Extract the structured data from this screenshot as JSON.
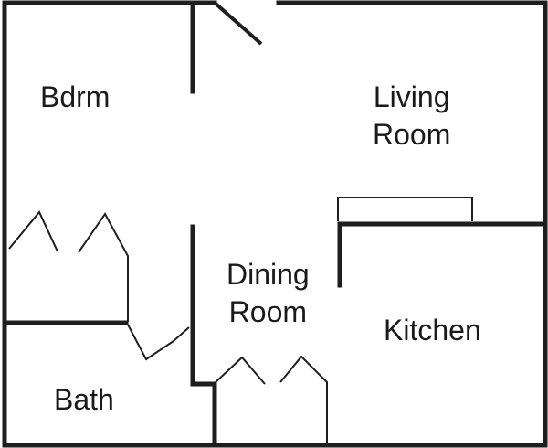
{
  "floor_plan": {
    "rooms": {
      "bedroom": "Bdrm",
      "living_room": [
        "Living",
        "Room"
      ],
      "dining_room": [
        "Dining",
        "Room"
      ],
      "kitchen": "Kitchen",
      "bath": "Bath"
    },
    "colors": {
      "wall": "#1e1e1e",
      "background": "#ffffff"
    }
  }
}
